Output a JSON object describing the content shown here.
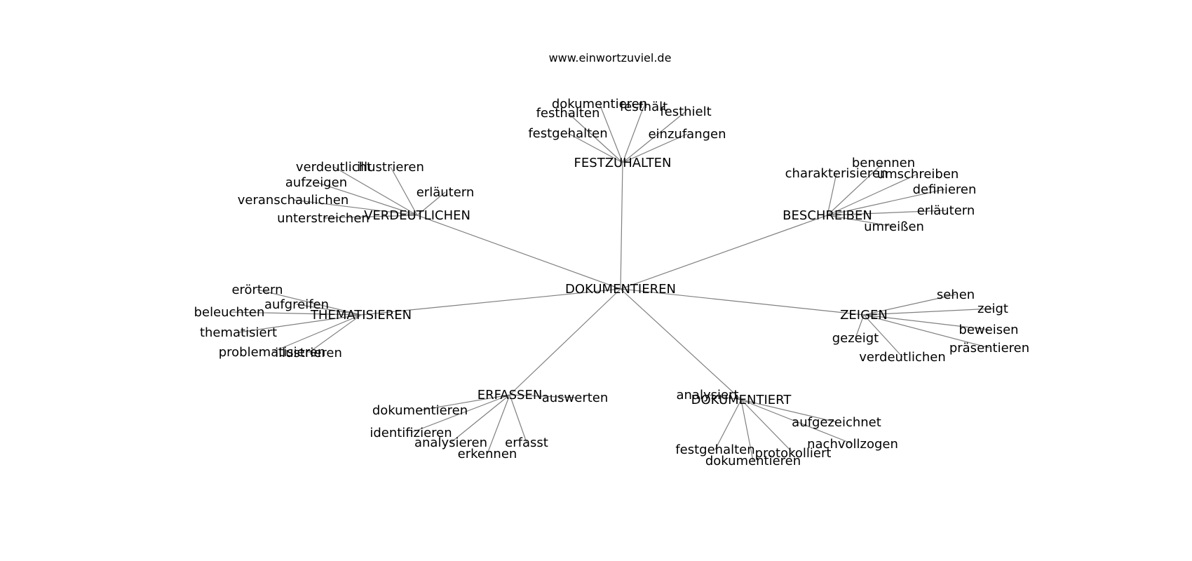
{
  "watermark": "www.einwortzuviel.de",
  "graph": {
    "root": "DOKUMENTIEREN",
    "edge_color": "#808080",
    "text_color": "#000000",
    "branches": [
      {
        "label": "FESTZUHALTEN",
        "leaves": [
          "dokumentieren",
          "festhält",
          "festhalten",
          "festhielt",
          "festgehalten",
          "einzufangen"
        ]
      },
      {
        "label": "VERDEUTLICHEN",
        "leaves": [
          "verdeutlicht",
          "illustrieren",
          "aufzeigen",
          "erläutern",
          "veranschaulichen",
          "unterstreichen"
        ]
      },
      {
        "label": "BESCHREIBEN",
        "leaves": [
          "benennen",
          "charakterisieren",
          "umschreiben",
          "definieren",
          "erläutern",
          "umreißen"
        ]
      },
      {
        "label": "THEMATISIEREN",
        "leaves": [
          "erörtern",
          "aufgreifen",
          "beleuchten",
          "thematisiert",
          "problematisieren",
          "illustrieren"
        ]
      },
      {
        "label": "ZEIGEN",
        "leaves": [
          "sehen",
          "zeigt",
          "beweisen",
          "gezeigt",
          "präsentieren",
          "verdeutlichen"
        ]
      },
      {
        "label": "ERFASSEN",
        "leaves": [
          "auswerten",
          "dokumentieren",
          "identifizieren",
          "analysieren",
          "erfasst",
          "erkennen"
        ]
      },
      {
        "label": "DOKUMENTIERT",
        "leaves": [
          "analysiert",
          "aufgezeichnet",
          "nachvollzogen",
          "festgehalten",
          "protokolliert",
          "dokumentieren"
        ]
      }
    ]
  }
}
